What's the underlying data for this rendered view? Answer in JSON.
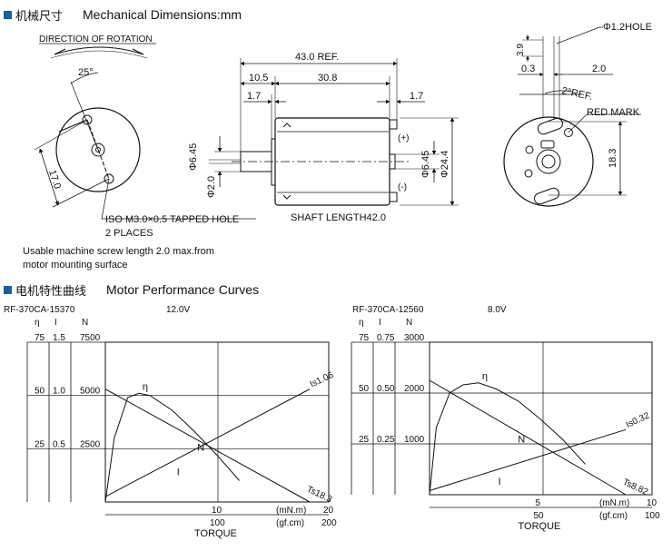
{
  "sections": {
    "dimensions": {
      "cn": "机械尺寸",
      "en": "Mechanical Dimensions:mm"
    },
    "performance": {
      "cn": "电机特性曲线",
      "en": "Motor Performance Curves"
    }
  },
  "dims": {
    "rotation": "DIRECTION OF ROTATION",
    "angle25": "25°",
    "d17": "17.0",
    "tapped1": "ISO M3.0×0.5 TAPPED HOLE",
    "tapped2": "2 PLACES",
    "note1": "Usable machine screw length 2.0 max.from",
    "note2": "motor mounting surface",
    "ref43": "43.0 REF.",
    "d10_5": "10.5",
    "d30_8": "30.8",
    "d1_7a": "1.7",
    "d1_7b": "1.7",
    "phi645a": "Φ6.45",
    "phi2": "Φ2.0",
    "phi645b": "Φ6.45",
    "phi244": "Φ24.4",
    "plus": "(+)",
    "minus": "(-)",
    "shaft": "SHAFT LENGTH42.0",
    "hole": "Φ1.2HOLE",
    "d3_9": "3.9",
    "d0_3": "0.3",
    "d2_0": "2.0",
    "ref2": "2°REF.",
    "redmark": "RED MARK",
    "d18_3": "18.3"
  },
  "charts": [
    {
      "model": "RF-370CA-15370",
      "voltage": "12.0V",
      "head_eta": "η",
      "head_i": "I",
      "head_n": "N",
      "ticks_eta": [
        "75",
        "50",
        "25"
      ],
      "ticks_i": [
        "1.5",
        "1.0",
        "0.5"
      ],
      "ticks_n": [
        "7500",
        "5000",
        "2500"
      ],
      "xt_mn": [
        "10",
        "20"
      ],
      "xt_gf": [
        "100",
        "200"
      ],
      "unit_mn": "(mN.m)",
      "unit_gf": "(gf.cm)",
      "xlabel": "TORQUE",
      "lbl_eta": "η",
      "lbl_n": "N",
      "lbl_i": "I",
      "lbl_is": "Is1.06",
      "lbl_ts": "Ts18.3",
      "chart_data": {
        "type": "line",
        "x_unit": "mN.m",
        "xlim": [
          0,
          20
        ],
        "y_eta_lim": [
          0,
          75
        ],
        "y_i_lim": [
          0,
          1.5
        ],
        "y_n_lim": [
          0,
          7500
        ],
        "series": [
          {
            "name": "η",
            "x": [
              0,
              0.8,
              2,
              3,
              4,
              6,
              8,
              10,
              12
            ],
            "y": [
              0,
              30,
              49,
              51,
              50,
              43,
              33,
              22,
              10
            ]
          },
          {
            "name": "N",
            "x": [
              0,
              18.3
            ],
            "y": [
              5300,
              0
            ]
          },
          {
            "name": "I",
            "x": [
              0,
              18.3
            ],
            "y": [
              0.05,
              1.06
            ]
          }
        ]
      }
    },
    {
      "model": "RF-370CA-12560",
      "voltage": "8.0V",
      "head_eta": "η",
      "head_i": "I",
      "head_n": "N",
      "ticks_eta": [
        "75",
        "50",
        "25"
      ],
      "ticks_i": [
        "0.75",
        "0.50",
        "0.25"
      ],
      "ticks_n": [
        "3000",
        "2000",
        "1000"
      ],
      "xt_mn": [
        "5",
        "10"
      ],
      "xt_gf": [
        "50",
        "100"
      ],
      "unit_mn": "(mN.m)",
      "unit_gf": "(gf.cm)",
      "xlabel": "TORQUE",
      "lbl_eta": "η",
      "lbl_n": "N",
      "lbl_i": "I",
      "lbl_is": "Is0.32",
      "lbl_ts": "Ts8.82",
      "chart_data": {
        "type": "line",
        "x_unit": "mN.m",
        "xlim": [
          0,
          10
        ],
        "y_eta_lim": [
          0,
          75
        ],
        "y_i_lim": [
          0,
          0.75
        ],
        "y_n_lim": [
          0,
          3000
        ],
        "series": [
          {
            "name": "η",
            "x": [
              0,
              0.3,
              0.9,
              1.5,
              2.2,
              3,
              4,
              5,
              6,
              7
            ],
            "y": [
              0,
              33,
              50,
              54,
              55,
              52,
              46,
              37,
              27,
              15
            ]
          },
          {
            "name": "N",
            "x": [
              0,
              8.82
            ],
            "y": [
              2250,
              0
            ]
          },
          {
            "name": "I",
            "x": [
              0,
              8.82
            ],
            "y": [
              0.02,
              0.32
            ]
          }
        ]
      }
    }
  ]
}
